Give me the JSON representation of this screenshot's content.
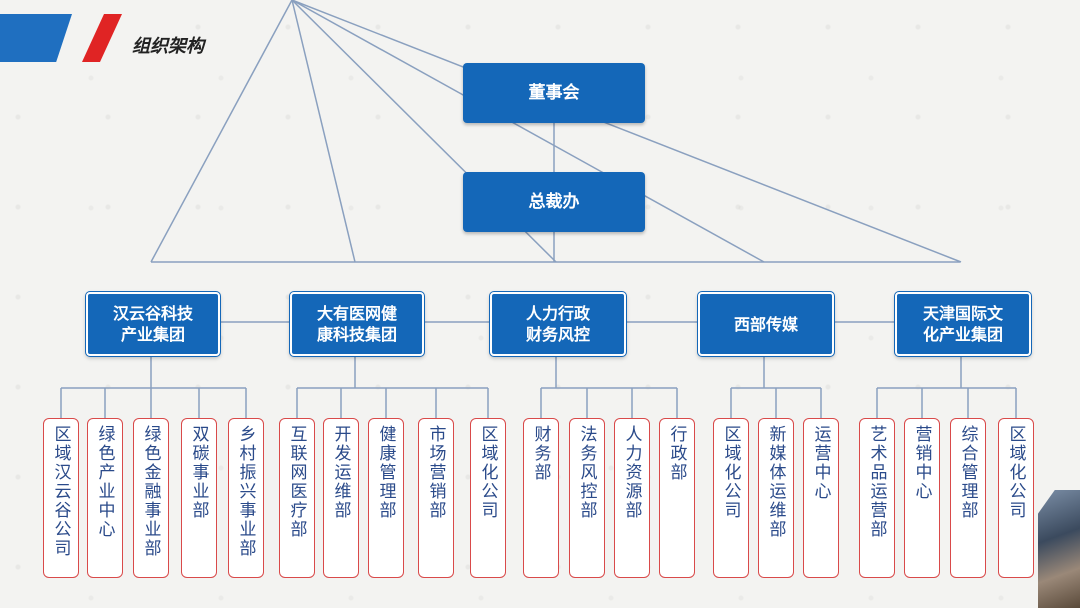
{
  "header": {
    "title": "组织架构"
  },
  "top": {
    "board": "董事会",
    "office": "总裁办"
  },
  "groups": [
    {
      "label": "汉云谷科技\n产业集团",
      "depts": [
        "区域汉云谷公司",
        "绿色产业中心",
        "绿色金融事业部",
        "双碳事业部",
        "乡村振兴事业部"
      ]
    },
    {
      "label": "大有医网健\n康科技集团",
      "depts": [
        "互联网医疗部",
        "开发运维部",
        "健康管理部",
        "市场营销部",
        "区域化公司"
      ]
    },
    {
      "label": "人力行政\n财务风控",
      "depts": [
        "财务部",
        "法务风控部",
        "人力资源部",
        "行政部"
      ]
    },
    {
      "label": "西部传媒",
      "depts": [
        "区域化公司",
        "新媒体运维部",
        "运营中心"
      ]
    },
    {
      "label": "天津国际文\n化产业集团",
      "depts": [
        "艺术品运营部",
        "营销中心",
        "综合管理部",
        "区域化公司"
      ]
    }
  ],
  "colors": {
    "primary": "#1467b8",
    "accent": "#e02424",
    "dept_border": "#d94a4a",
    "dept_text": "#2a4a8a"
  }
}
